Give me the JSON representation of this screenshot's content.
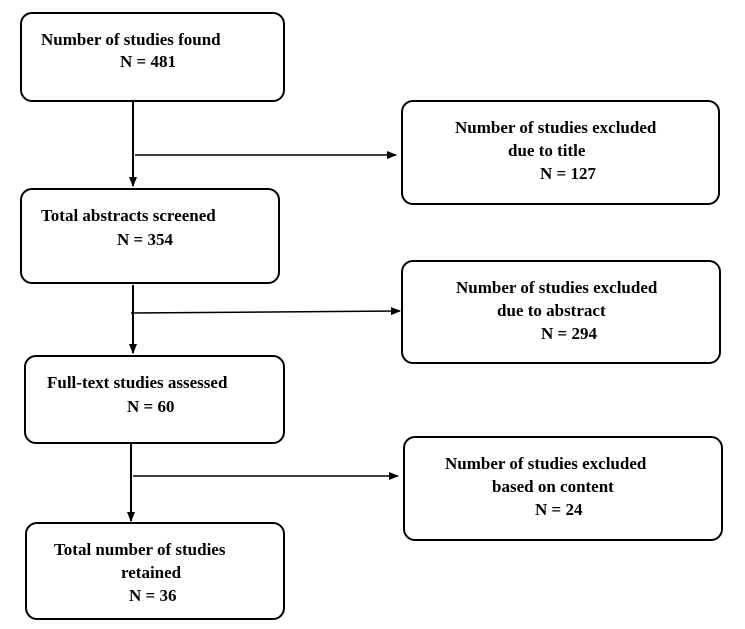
{
  "boxes": {
    "found": {
      "line1": "Number of studies found",
      "line2": "N = 481"
    },
    "screened": {
      "line1": "Total abstracts screened",
      "line2": "N = 354"
    },
    "assessed": {
      "line1": "Full-text studies assessed",
      "line2": "N = 60"
    },
    "retained": {
      "line1": "Total number of studies",
      "line2": "retained",
      "line3": "N = 36"
    },
    "excluded_title": {
      "line1": "Number of studies excluded",
      "line2": "due to title",
      "line3": "N = 127"
    },
    "excluded_abstract": {
      "line1": "Number of studies excluded",
      "line2": "due to abstract",
      "line3": "N = 294"
    },
    "excluded_content": {
      "line1": "Number of studies excluded",
      "line2": "based on content",
      "line3": "N = 24"
    }
  }
}
